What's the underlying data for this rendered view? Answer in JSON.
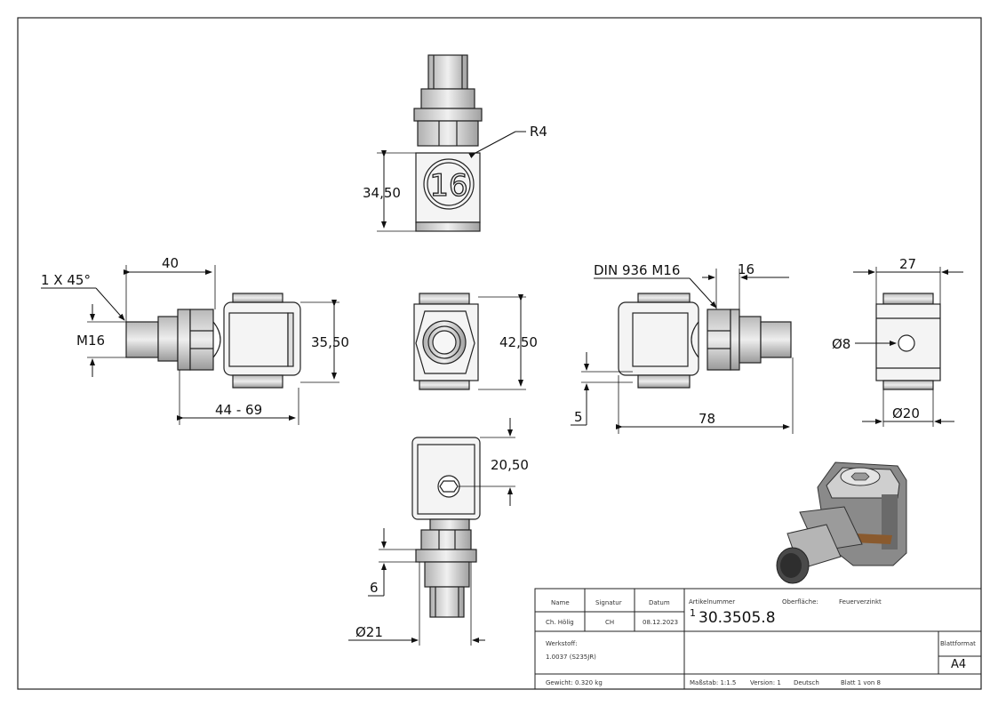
{
  "dimensions": {
    "r4": "R4",
    "h_3450": "34,50",
    "top_width": "40",
    "chamfer": "1 X 45°",
    "thread": "M16",
    "h_3550": "35,50",
    "range": "44 - 69",
    "h_4250": "42,50",
    "nut_spec": "DIN 936 M16",
    "w_16": "16",
    "t_5": "5",
    "len_78": "78",
    "w_27": "27",
    "dia_8": "Ø8",
    "dia_20": "Ø20",
    "h_2050": "20,50",
    "t_6": "6",
    "dia_21": "Ø21",
    "badge": "16"
  },
  "titleblock": {
    "name_label": "Name",
    "signatur_label": "Signatur",
    "datum_label": "Datum",
    "name": "Ch. Hölig",
    "signatur": "CH",
    "datum": "08.12.2023",
    "artikel_label": "Artikelnummer",
    "artikel_prefix": "1",
    "artikel": "30.3505.8",
    "oberflaeche_label": "Oberfläche:",
    "oberflaeche": "Feuerverzinkt",
    "werkstoff_label": "Werkstoff:",
    "werkstoff": "1.0037 (S235JR)",
    "blattformat_label": "Blattformat",
    "blattformat": "A4",
    "gewicht": "Gewicht: 0.320 kg",
    "massstab": "Maßstab: 1:1.5",
    "version": "Version: 1",
    "sprache": "Deutsch",
    "blatt": "Blatt 1 von 8"
  }
}
